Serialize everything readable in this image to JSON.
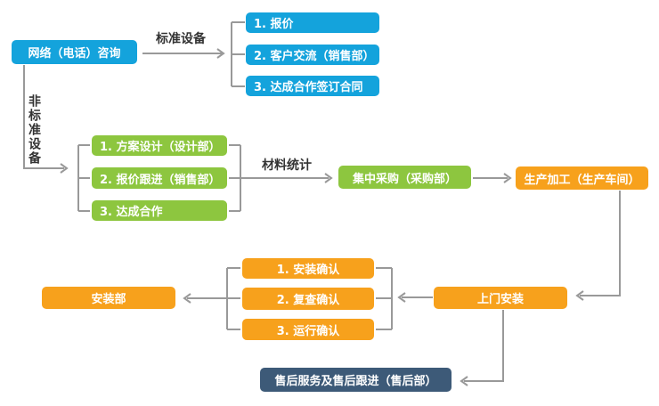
{
  "colors": {
    "blue": "#14a3dc",
    "green": "#8dc63f",
    "orange": "#f7a11c",
    "navy": "#3d5a78",
    "connector": "#999999",
    "edge_label_text": "#333333",
    "node_text": "#ffffff"
  },
  "edge_labels": {
    "standard_equipment": "标准设备",
    "non_standard_equipment": "非标准设备",
    "material_statistics": "材料统计"
  },
  "nodes": {
    "consult": "网络（电话）咨询",
    "quote": "1. 报价",
    "customer_communication": "2. 客户交流（销售部）",
    "sign_contract": "3. 达成合作签订合同",
    "scheme_design": "1. 方案设计（设计部）",
    "quote_follow_up": "2. 报价跟进（销售部）",
    "reach_cooperation": "3. 达成合作",
    "centralized_purchasing": "集中采购（采购部）",
    "production_processing": "生产加工（生产车间）",
    "installation_confirm": "1. 安装确认",
    "recheck_confirm": "2. 复查确认",
    "operation_confirm": "3. 运行确认",
    "installation_dept": "安装部",
    "onsite_installation": "上门安装",
    "after_sales_service": "售后服务及售后跟进（售后部）"
  }
}
